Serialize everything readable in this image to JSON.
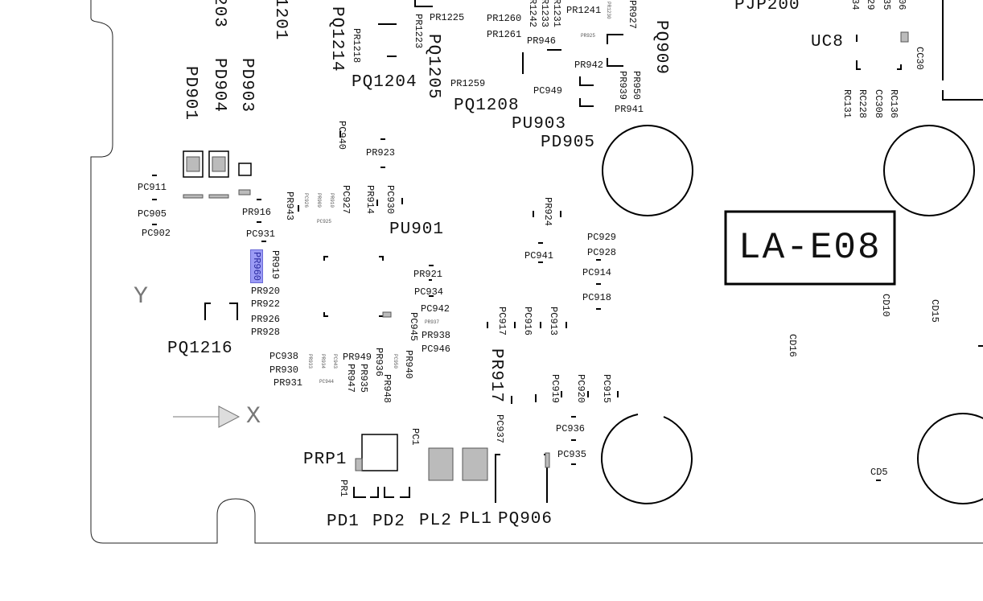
{
  "board_title": "LA-E08",
  "axes": {
    "x": "X",
    "y": "Y"
  },
  "large_labels": {
    "l203": "203",
    "l1201": "1201",
    "pq1214": "PQ1214",
    "pd901": "PD901",
    "pd904": "PD904",
    "pd903": "PD903",
    "pq1204": "PQ1204",
    "pq1205": "PQ1205",
    "pq1208": "PQ1208",
    "pu903": "PU903",
    "pd905": "PD905",
    "pq909": "PQ909",
    "pjp200": "PJP200",
    "uc8": "UC8",
    "pu901": "PU901",
    "pq1216": "PQ1216",
    "pr917": "PR917",
    "prp1": "PRP1",
    "pd1": "PD1",
    "pd2": "PD2",
    "pl2": "PL2",
    "pl1": "PL1",
    "pq906": "PQ906"
  },
  "small_labels": {
    "pr1225": "PR1225",
    "pr1260": "PR1260",
    "pr1261": "PR1261",
    "pr946": "PR946",
    "pr1241": "PR1241",
    "pr942": "PR942",
    "pc949": "PC949",
    "pr1259": "PR1259",
    "pr941": "PR941",
    "pr923": "PR923",
    "pc911": "PC911",
    "pc905": "PC905",
    "pc902": "PC902",
    "pr916": "PR916",
    "pc931": "PC931",
    "pr920": "PR920",
    "pr922": "PR922",
    "pr926": "PR926",
    "pr928": "PR928",
    "pr921": "PR921",
    "pc934": "PC934",
    "pc942": "PC942",
    "pr938": "PR938",
    "pc946": "PC946",
    "pc938": "PC938",
    "pr930": "PR930",
    "pr931": "PR931",
    "pr949": "PR949",
    "pc929": "PC929",
    "pc928": "PC928",
    "pc914": "PC914",
    "pc918": "PC918",
    "pc941": "PC941",
    "pc936": "PC936",
    "pc935": "PC935",
    "cd5": "CD5",
    "pr1218": "PR1218",
    "pr1223": "PR1223",
    "r1242": "R1242",
    "r1233": "R1233",
    "r1231": "R1231",
    "pr927": "PR927",
    "pr950": "PR950",
    "pr939": "PR939",
    "pc940": "PC940",
    "pr943": "PR943",
    "pc927": "PC927",
    "pr914": "PR914",
    "pc930": "PC930",
    "pr919": "PR919",
    "pr960": "PR960",
    "pc945": "PC945",
    "pr940": "PR940",
    "pr936": "PR936",
    "pr947": "PR947",
    "pr935": "PR935",
    "pr948": "PR948",
    "pr924": "PR924",
    "pc917": "PC917",
    "pc916": "PC916",
    "pc913": "PC913",
    "pc919": "PC919",
    "pc920": "PC920",
    "pc915": "PC915",
    "pc937": "PC937",
    "pr1": "PR1",
    "pc1": "PC1",
    "cc30": "CC30",
    "rc131": "RC131",
    "rc228": "RC228",
    "cc308": "CC308",
    "rc136": "RC136",
    "cd10": "CD10",
    "cd15": "CD15",
    "cd16": "CD16",
    "p34": "34",
    "p29": "29",
    "p35": "35",
    "p06": "06"
  },
  "tiny_labels": {
    "pr1230": "PR1230",
    "pr925": "PR925",
    "pc926": "PC926",
    "pr909": "PR909",
    "pr910": "PR910",
    "pc925": "PC925",
    "pr937": "PR937",
    "pc944": "PC944",
    "pc950": "PC950",
    "pr933": "PR933",
    "pr934": "PR934",
    "pc943": "PC943"
  },
  "highlight_color": "#9b9bf5"
}
